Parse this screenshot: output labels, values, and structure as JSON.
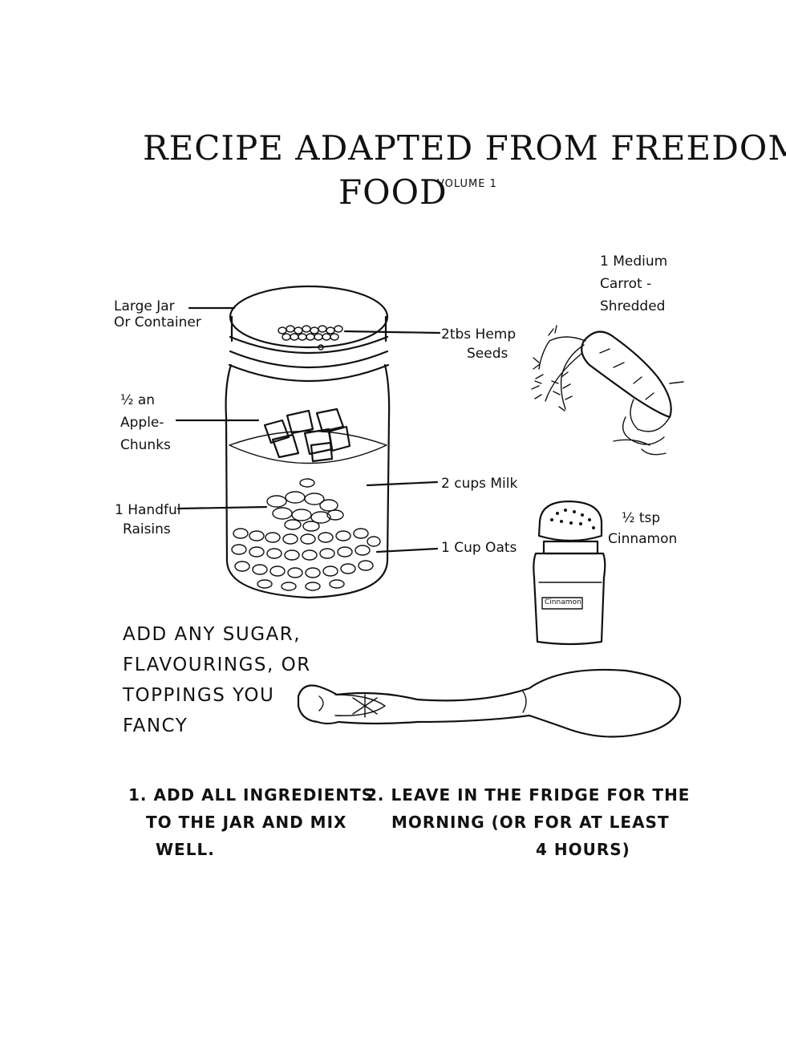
{
  "title": {
    "line1": "RECIPE ADAPTED FROM FREEDOM",
    "line2": "FOOD",
    "volume": "VOLUME 1"
  },
  "labels": {
    "jar": [
      "Large Jar",
      "Or Container"
    ],
    "hemp": [
      "2tbs Hemp",
      "Seeds"
    ],
    "apple": [
      "½ an",
      "Apple-",
      "Chunks"
    ],
    "milk": "2 cups Milk",
    "raisins": [
      "1 Handful",
      "Raisins"
    ],
    "oats": "1 Cup Oats",
    "carrot": [
      "1 Medium",
      "Carrot -",
      "Shredded"
    ],
    "cinnamon": [
      "½ tsp",
      "Cinnamon"
    ],
    "shaker_label": "Cinnamon"
  },
  "note": [
    "ADD ANY SUGAR,",
    "FLAVOURINGS, OR",
    "TOPPINGS YOU",
    "FANCY"
  ],
  "steps": {
    "step1": [
      "1. ADD ALL INGREDIENTS",
      "TO THE JAR AND MIX",
      "WELL."
    ],
    "step2": [
      "2. LEAVE IN THE FRIDGE FOR THE",
      "MORNING (OR FOR AT LEAST",
      "4 HOURS)"
    ]
  },
  "icons": [
    "jar-illustration",
    "carrot-illustration",
    "cinnamon-shaker-illustration",
    "spoon-illustration"
  ]
}
